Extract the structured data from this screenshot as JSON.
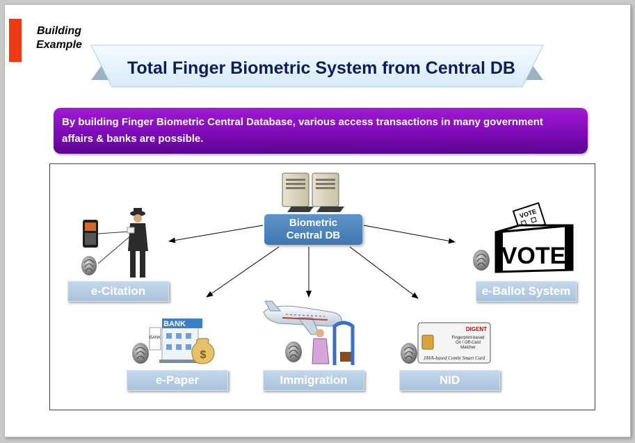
{
  "corner_title": {
    "line1": "Building",
    "line2": "Example"
  },
  "title": "Total Finger Biometric System from Central DB",
  "description": "By building Finger Biometric Central Database, various access transactions in many government affairs & banks are possible.",
  "central": {
    "line1": "Biometric",
    "line2": "Central DB"
  },
  "nodes": {
    "e_citation": "e-Citation",
    "e_ballot": "e-Ballot System",
    "e_paper": "e-Paper",
    "immigration": "Immigration",
    "nid": "NID"
  },
  "illustrations": {
    "vote_box": "VOTE",
    "vote_ballot": "VOTE",
    "bank_sign": "BANK",
    "bank_window": "BANK",
    "card_brand": "DIGENT",
    "card_line1": "Fingerprint-based",
    "card_line2": "On / Off-Card",
    "card_line3": "Matcher",
    "card_footer": "JAVA-based Combi Smart Card",
    "money_sign": "$"
  },
  "colors": {
    "accent": "#ee3a12",
    "title": "#0f1b5c",
    "desc_bg": "#7d0bb8",
    "central_bg": "#4a84bd",
    "label_bg": "#b5cce5",
    "panel_border": "#5a2a6a"
  }
}
